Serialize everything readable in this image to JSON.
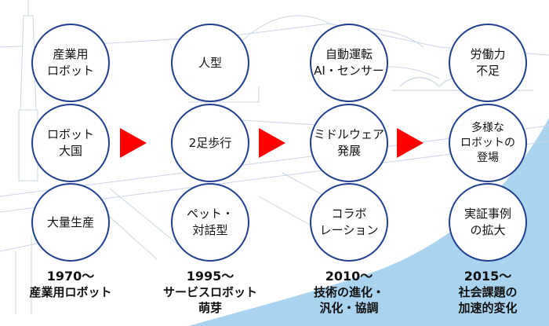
{
  "columns": [
    {
      "items": [
        "産業用\nロボット",
        "ロボット\n大国",
        "大量生産"
      ],
      "year": "1970～",
      "desc": "産業用ロボット"
    },
    {
      "items": [
        "人型",
        "2足歩行",
        "ペット・\n対話型"
      ],
      "year": "1995～",
      "desc": "サービスロボット\n萌芽"
    },
    {
      "items": [
        "自動運転\nAI・センサー",
        "ミドルウェア\n発展",
        "コラボ\nレーション"
      ],
      "year": "2010～",
      "desc": "技術の進化・\n汎化・協調"
    },
    {
      "items": [
        "労働力\n不足",
        "多様な\nロボットの\n登場",
        "実証事例\nの拡大"
      ],
      "year": "2015～",
      "desc": "社会課題の\n加速的変化"
    }
  ],
  "colors": {
    "circle_border": "#1f3f8f",
    "arrow": "#ff0000",
    "water": "#a9d3ee",
    "sketch": "#c9d5e6"
  }
}
